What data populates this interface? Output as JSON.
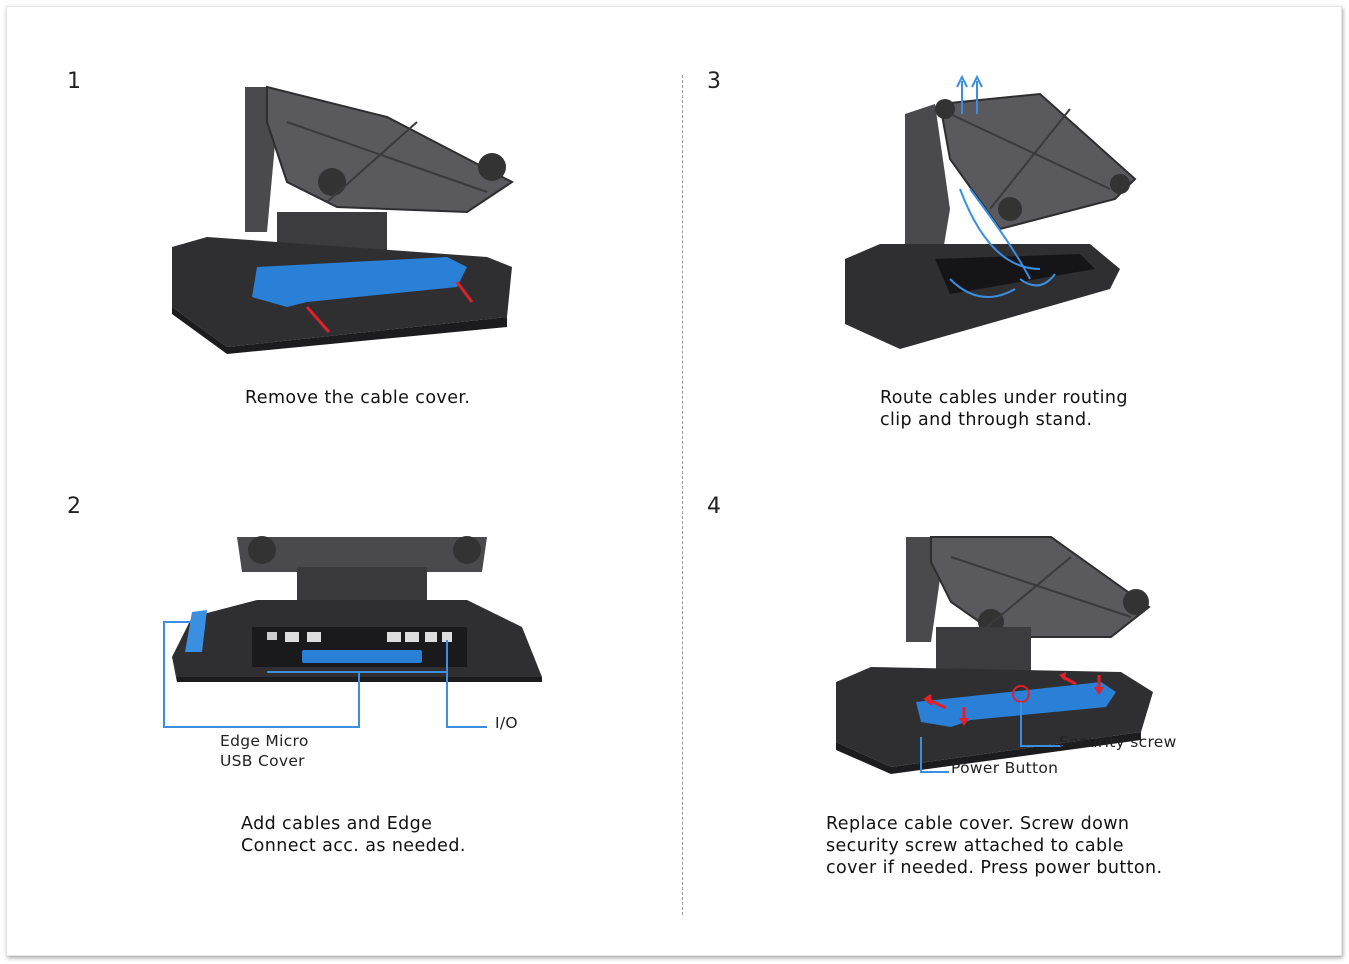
{
  "steps": [
    {
      "number": "1",
      "caption": "Remove the cable cover."
    },
    {
      "number": "2",
      "caption": "Add cables and Edge\nConnect acc. as needed."
    },
    {
      "number": "3",
      "caption": "Route cables under routing\nclip and through stand."
    },
    {
      "number": "4",
      "caption": "Replace cable cover. Screw down\nsecurity screw attached to cable\ncover if needed. Press power button."
    }
  ],
  "callouts": {
    "edge_micro_usb_cover": "Edge Micro\nUSB Cover",
    "io": "I/O",
    "security_screw": "Security screw",
    "power_button": "Power Button"
  },
  "colors": {
    "cover_blue": "#2a7fd6",
    "callout_blue": "#3a8fe0",
    "arrow_red": "#e0202a",
    "device_dark": "#3a3a3c"
  }
}
